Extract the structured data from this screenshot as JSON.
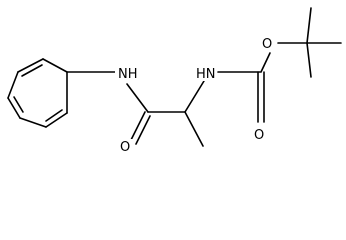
{
  "molecule": {
    "atom_labels": {
      "amide_nh": "NH",
      "carbamate_nh": "HN",
      "amide_oxygen": "O",
      "ester_oxygen": "O",
      "carbonyl_oxygen": "O"
    }
  },
  "colors": {
    "bond": "#000000",
    "background": "#ffffff"
  }
}
